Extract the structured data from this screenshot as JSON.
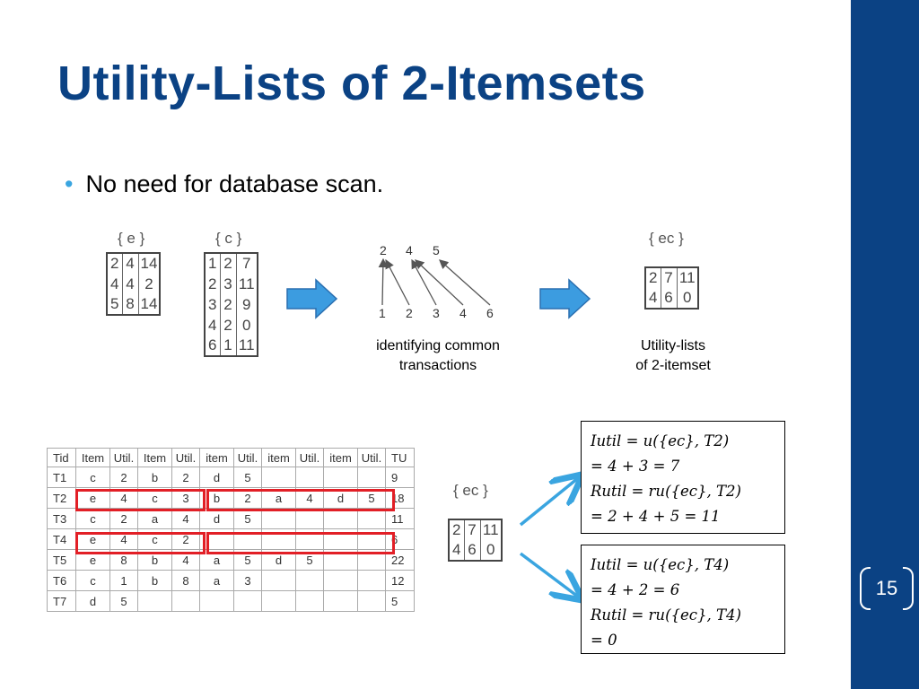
{
  "title": "Utility-Lists of 2-Itemsets",
  "bullet": "No need for database scan.",
  "page_number": "15",
  "colors": {
    "title": "#0b4284",
    "sidebar": "#0b4284",
    "bullet": "#3aa5e0",
    "arrow_fill": "#3c9ce0",
    "highlight": "#e21f26",
    "connector": "#3aa5e0"
  },
  "lists": {
    "e": {
      "label": "{ e }",
      "rows": [
        [
          "2",
          "4",
          "14"
        ],
        [
          "4",
          "4",
          "2"
        ],
        [
          "5",
          "8",
          "14"
        ]
      ]
    },
    "c": {
      "label": "{ c }",
      "rows": [
        [
          "1",
          "2",
          "7"
        ],
        [
          "2",
          "3",
          "11"
        ],
        [
          "3",
          "2",
          "9"
        ],
        [
          "4",
          "2",
          "0"
        ],
        [
          "6",
          "1",
          "11"
        ]
      ]
    },
    "ec_top": {
      "label": "{ ec }",
      "rows": [
        [
          "2",
          "7",
          "11"
        ],
        [
          "4",
          "6",
          "0"
        ]
      ]
    },
    "ec_bottom": {
      "label": "{ ec }",
      "rows": [
        [
          "2",
          "7",
          "11"
        ],
        [
          "4",
          "6",
          "0"
        ]
      ]
    }
  },
  "diagram": {
    "top_numbers": [
      "2",
      "4",
      "5"
    ],
    "bottom_numbers": [
      "1",
      "2",
      "3",
      "4",
      "6"
    ]
  },
  "captions": {
    "identify": [
      "identifying common",
      "transactions"
    ],
    "utility": [
      "Utility-lists",
      "of 2-itemset"
    ]
  },
  "database": {
    "headers": [
      "Tid",
      "Item",
      "Util.",
      "Item",
      "Util.",
      "item",
      "Util.",
      "item",
      "Util.",
      "item",
      "Util.",
      "TU"
    ],
    "rows": [
      [
        "T1",
        "c",
        "2",
        "b",
        "2",
        "d",
        "5",
        "",
        "",
        "",
        "",
        "9"
      ],
      [
        "T2",
        "e",
        "4",
        "c",
        "3",
        "b",
        "2",
        "a",
        "4",
        "d",
        "5",
        "18"
      ],
      [
        "T3",
        "c",
        "2",
        "a",
        "4",
        "d",
        "5",
        "",
        "",
        "",
        "",
        "11"
      ],
      [
        "T4",
        "e",
        "4",
        "c",
        "2",
        "",
        "",
        "",
        "",
        "",
        "",
        "6"
      ],
      [
        "T5",
        "e",
        "8",
        "b",
        "4",
        "a",
        "5",
        "d",
        "5",
        "",
        "",
        "22"
      ],
      [
        "T6",
        "c",
        "1",
        "b",
        "8",
        "a",
        "3",
        "",
        "",
        "",
        "",
        "12"
      ],
      [
        "T7",
        "d",
        "5",
        "",
        "",
        "",
        "",
        "",
        "",
        "",
        "",
        "5"
      ]
    ]
  },
  "formulas": {
    "t2": [
      "Iutil = u({ec}, T2)",
      "= 4 + 3 = 7",
      "Rutil = ru({ec}, T2)",
      "= 2 + 4 + 5 = 11"
    ],
    "t4": [
      "Iutil = u({ec}, T4)",
      "= 4 + 2 = 6",
      "Rutil = ru({ec}, T4)",
      "= 0"
    ]
  }
}
